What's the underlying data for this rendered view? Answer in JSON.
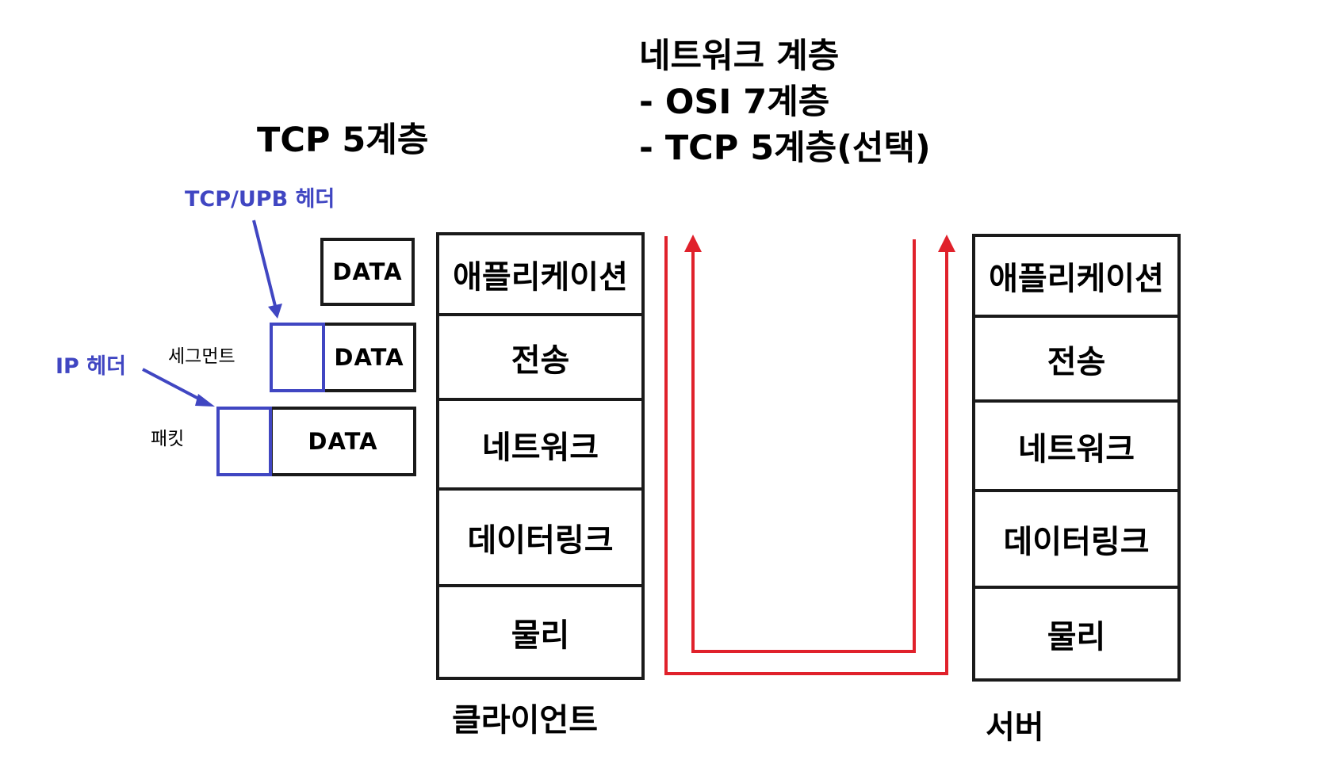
{
  "title": {
    "line1": "네트워크 계층",
    "line2": "- OSI 7계층",
    "line3": "- TCP 5계층(선택)"
  },
  "tcp_model": {
    "title": "TCP 5계층",
    "tcp_header_label": "TCP/UPB 헤더",
    "ip_header_label": "IP 헤더",
    "segment_label": "세그먼트",
    "packet_label": "패킷",
    "data_label": "DATA"
  },
  "client": {
    "caption": "클라이언트",
    "layers": [
      "애플리케이션",
      "전송",
      "네트워크",
      "데이터링크",
      "물리"
    ]
  },
  "server": {
    "caption": "서버",
    "layers": [
      "애플리케이션",
      "전송",
      "네트워크",
      "데이터링크",
      "물리"
    ]
  },
  "colors": {
    "header_blue": "#4046c2",
    "arrow_red": "#e0212b",
    "border": "#1a1a1a"
  }
}
